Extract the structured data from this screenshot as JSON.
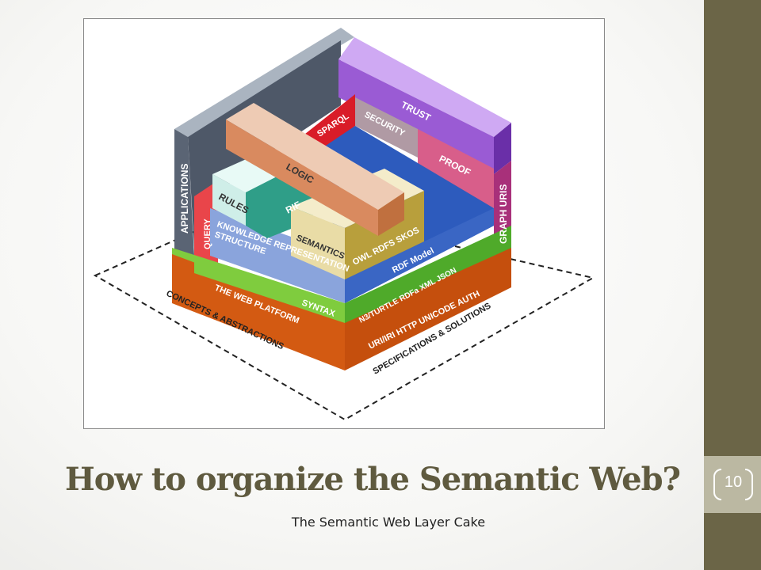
{
  "slide": {
    "title": "How to organize the Semantic Web?",
    "subtitle": "The Semantic Web Layer Cake",
    "number": "10"
  },
  "diagram": {
    "base_left": "CONCEPTS & ABSTRACTIONS",
    "base_right": "SPECIFICATIONS & SOLUTIONS",
    "layers": {
      "applications": "APPLICATIONS",
      "trust": "TRUST",
      "graph_uris": "GRAPH URIS",
      "sparql": "SPARQL",
      "security": "SECURITY",
      "proof": "PROOF",
      "logic": "LOGIC",
      "rules": "RULES",
      "rif": "RIF",
      "query": "QUERY",
      "knowledge_representation": "KNOWLEDGE REPRESENTATION",
      "structure": "STRUCTURE",
      "semantics": "SEMANTICS",
      "owl_rdfs_skos": "OWL  RDFS  SKOS",
      "rdf_model": "RDF Model",
      "syntax": "SYNTAX",
      "n3_formats": "N3/TURTLE RDFa XML JSON",
      "web_platform": "THE WEB PLATFORM",
      "uri_stack": "URI/IRI  HTTP  UNICODE  AUTH"
    },
    "colors": {
      "platform_left": "#d35a12",
      "platform_right": "#c54f0d",
      "syntax_left": "#7fcc3e",
      "syntax_right": "#4faa2a",
      "knowledge": "#8aa4dc",
      "rdf_model": "#3a66c4",
      "semantics": "#e9dca6",
      "owl": "#b89f3c",
      "rules": "#cfeee8",
      "rif": "#2f9e88",
      "logic_top": "#eecbb4",
      "logic_side": "#d98a5f",
      "query": "#e9454a",
      "sparql": "#d91c28",
      "security": "#b09aa4",
      "proof": "#d85e8a",
      "trust": "#9a5bd4",
      "trust_top": "#cfa9f3",
      "graph_uris": "#a8307a",
      "applications": "#5a6474",
      "applications_top": "#aab4c0"
    }
  }
}
